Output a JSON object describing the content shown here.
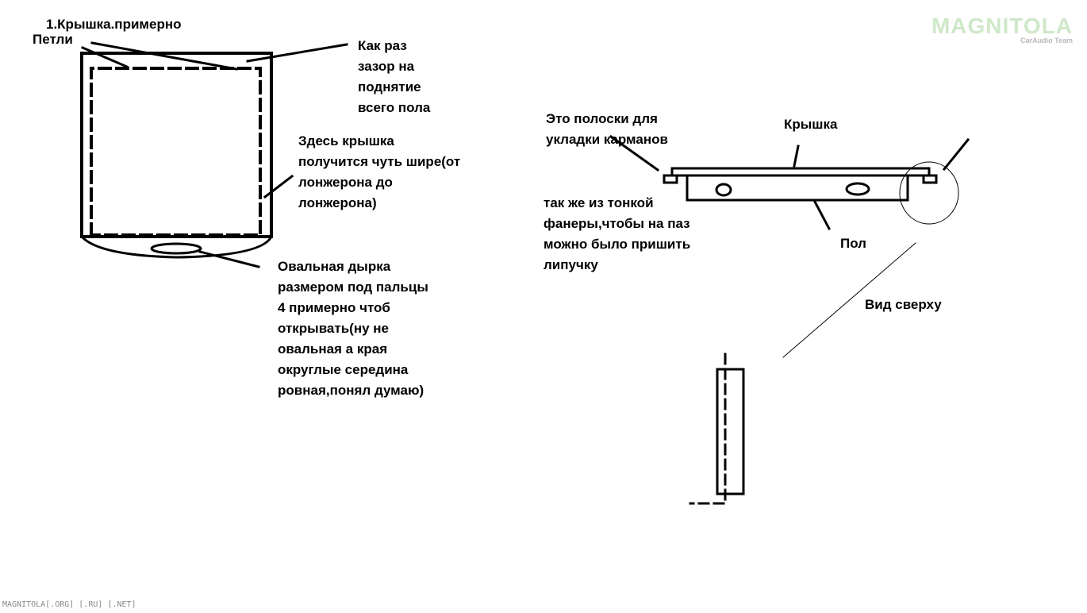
{
  "labels": {
    "title": "1.Крышка.примерно",
    "hinges": "Петли",
    "gap": [
      "Как раз",
      "зазор на",
      "поднятие",
      "всего пола"
    ],
    "wider": [
      "Здесь крышка",
      "получится чуть шире(от",
      "лонжерона до",
      "лонжерона)"
    ],
    "oval_hole": [
      "Овальная дырка",
      "размером под пальцы",
      "4 примерно чтоб",
      "открывать(ну не",
      "овальная а края",
      "округлые середина",
      "ровная,понял думаю)"
    ],
    "strips": [
      "Это полоски для",
      "укладки карманов"
    ],
    "lid": "Крышка",
    "plywood": [
      "так же из тонкой",
      "фанеры,чтобы на паз",
      "можно было пришить",
      "липучку"
    ],
    "floor": "Пол",
    "top_view": "Вид сверху"
  },
  "watermark": {
    "main": "MAGNITOLA",
    "sub": "CarAudio Team",
    "footer": "MAGNITOLA[.ORG] [.RU] [.NET]"
  },
  "colors": {
    "ink": "#000000",
    "watermark_main": "#cfe8c9",
    "watermark_sub": "#b8b8b8",
    "background": "#ffffff"
  }
}
